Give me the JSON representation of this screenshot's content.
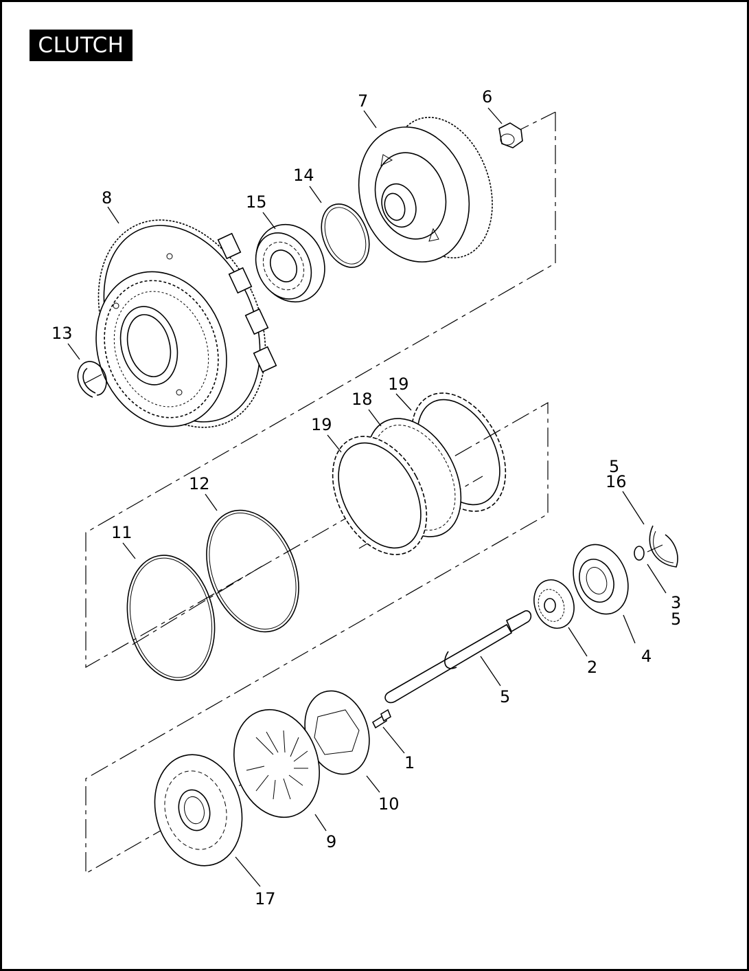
{
  "title": "CLUTCH",
  "callouts": {
    "c1": "1",
    "c2": "2",
    "c3": "3",
    "c3b": "5",
    "c4": "4",
    "c5": "5",
    "c6": "6",
    "c7": "7",
    "c8": "8",
    "c9": "9",
    "c10": "10",
    "c11": "11",
    "c12": "12",
    "c13": "13",
    "c14": "14",
    "c15": "15",
    "c16a": "5",
    "c16b": "16",
    "c17": "17",
    "c18": "18",
    "c19a": "19",
    "c19b": "19"
  }
}
